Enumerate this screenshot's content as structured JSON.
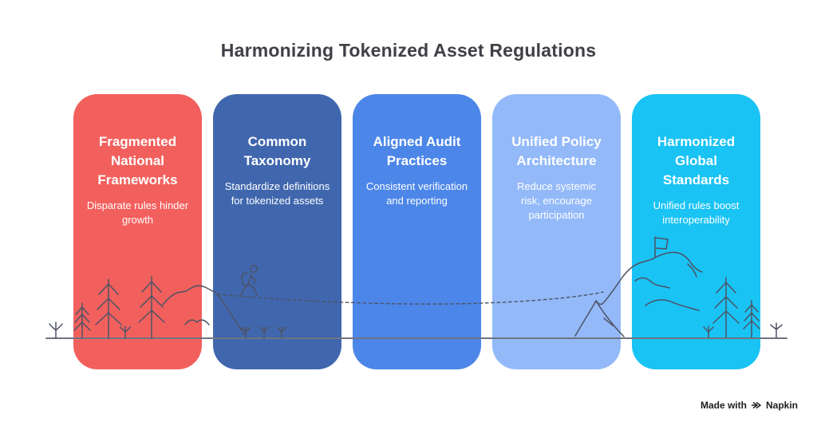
{
  "title": "Harmonizing Tokenized Asset Regulations",
  "cards": [
    {
      "heading": "Fragmented National Frameworks",
      "description": "Disparate rules hinder growth",
      "color": "#F2605D"
    },
    {
      "heading": "Common Taxonomy",
      "description": "Standardize definitions for tokenized assets",
      "color": "#4067AE"
    },
    {
      "heading": "Aligned Audit Practices",
      "description": "Consistent verification and reporting",
      "color": "#4C86E8"
    },
    {
      "heading": "Unified Policy Architecture",
      "description": "Reduce systemic risk, encourage participation",
      "color": "#93B9F9"
    },
    {
      "heading": "Harmonized Global Standards",
      "description": "Unified rules boost interoperability",
      "color": "#19C3F4"
    }
  ],
  "illustration": {
    "line_color": "#4d5365",
    "ground_color": "#6e7480",
    "elements": [
      "sapling-icon",
      "pine-tree-icon",
      "hill-ridge",
      "hiker-icon",
      "dashed-trail",
      "mountain-icon",
      "summit-flag-icon"
    ]
  },
  "footer": {
    "credit_prefix": "Made with",
    "brand": "Napkin",
    "logo_icon": "napkin-logo-icon"
  }
}
